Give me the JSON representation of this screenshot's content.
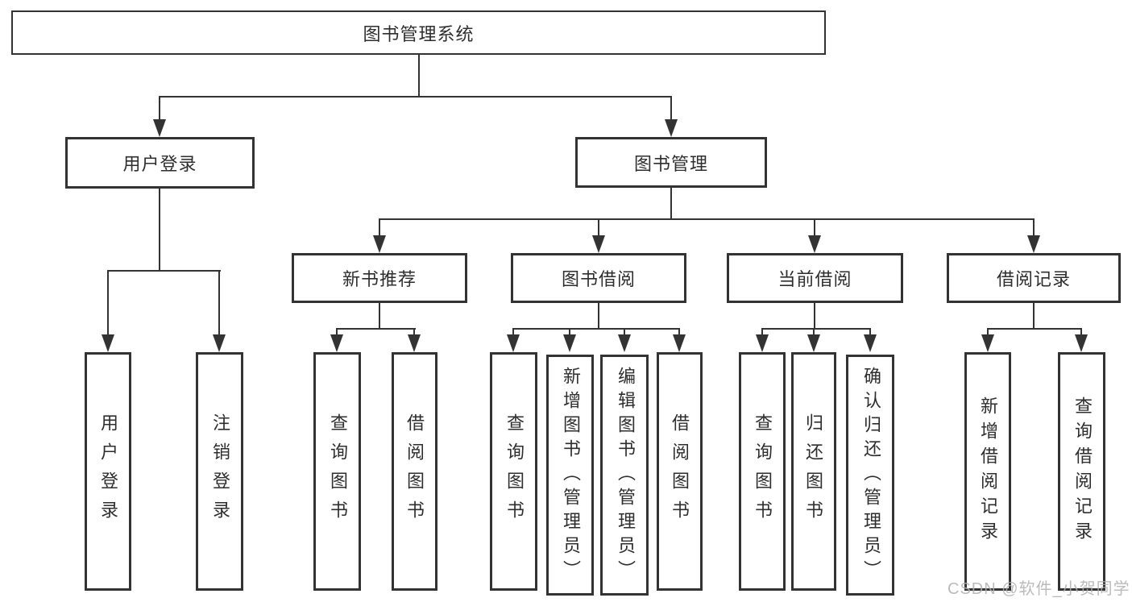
{
  "diagram": {
    "root": {
      "label": "图书管理系统"
    },
    "level2": [
      {
        "label": "用户登录"
      },
      {
        "label": "图书管理"
      }
    ],
    "level3": [
      {
        "label": "新书推荐"
      },
      {
        "label": "图书借阅"
      },
      {
        "label": "当前借阅"
      },
      {
        "label": "借阅记录"
      }
    ],
    "leaves_user_login": [
      "用户登录",
      "注销登录"
    ],
    "leaves_new_book_rec": [
      "查询图书",
      "借阅图书"
    ],
    "leaves_book_borrow": [
      "查询图书",
      "新增图书（管理员）",
      "编辑图书（管理员）",
      "借阅图书"
    ],
    "leaves_current_borrow": [
      "查询图书",
      "归还图书",
      "确认归还（管理员）"
    ],
    "leaves_borrow_record": [
      "新增借阅记录",
      "查询借阅记录"
    ]
  },
  "watermark": {
    "text": "CSDN @软件_小贺同学"
  },
  "colors": {
    "line": "#333333",
    "text": "#2e2e2e",
    "watermark": "#b0b0b0",
    "background": "#ffffff"
  }
}
